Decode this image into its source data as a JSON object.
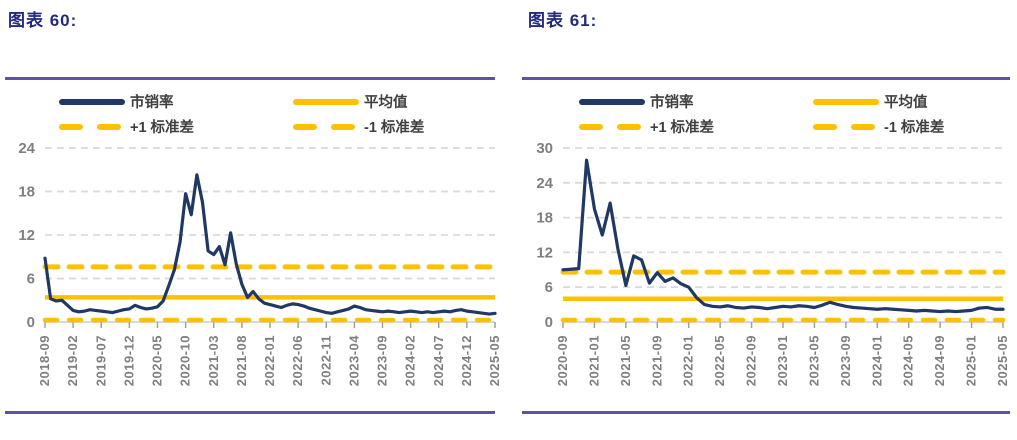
{
  "styles": {
    "series_navy": "#1f3864",
    "accent_yellow": "#ffc000",
    "grid_gray": "#d9d9d9",
    "axis_tick_gray": "#a0a0a0",
    "axis_label_gray": "#7f7f7f",
    "legend_text_gray": "#3f3f3f",
    "title_navy": "#232a7e",
    "separator_purple": "#5b53a6"
  },
  "chart_data": [
    {
      "type": "line",
      "title": "图表 60:",
      "legend_position": "top",
      "grid": "dashed-horizontal",
      "ylim": [
        0,
        24
      ],
      "yticks": [
        0,
        6,
        12,
        18,
        24
      ],
      "x_tick_labels": [
        "2018-09",
        "2019-02",
        "2019-07",
        "2019-12",
        "2020-05",
        "2020-10",
        "2021-03",
        "2021-08",
        "2022-01",
        "2022-06",
        "2022-11",
        "2023-04",
        "2023-09",
        "2024-02",
        "2024-07",
        "2024-12",
        "2025-05"
      ],
      "x_frequency": "monthly",
      "months_per_tick": 5,
      "series": [
        {
          "name": "市销率",
          "values": [
            8.8,
            3.2,
            2.9,
            3.0,
            2.3,
            1.6,
            1.4,
            1.5,
            1.7,
            1.6,
            1.5,
            1.4,
            1.3,
            1.5,
            1.7,
            1.8,
            2.3,
            2.0,
            1.8,
            1.9,
            2.1,
            2.9,
            5.0,
            7.2,
            11.0,
            17.7,
            14.8,
            20.3,
            16.5,
            9.8,
            9.3,
            10.4,
            7.9,
            12.3,
            8.0,
            5.2,
            3.4,
            4.2,
            3.2,
            2.6,
            2.4,
            2.2,
            2.0,
            2.3,
            2.5,
            2.4,
            2.2,
            1.9,
            1.7,
            1.5,
            1.3,
            1.2,
            1.4,
            1.6,
            1.8,
            2.2,
            2.0,
            1.7,
            1.6,
            1.5,
            1.4,
            1.5,
            1.4,
            1.3,
            1.4,
            1.5,
            1.4,
            1.3,
            1.4,
            1.3,
            1.4,
            1.5,
            1.4,
            1.6,
            1.7,
            1.5,
            1.4,
            1.3,
            1.2,
            1.1,
            1.2
          ]
        }
      ],
      "reference_lines": {
        "average": {
          "label": "平均值",
          "value": 3.4
        },
        "plus1std": {
          "label": "+1 标准差",
          "value": 7.6
        },
        "minus1std": {
          "label": "-1 标准差",
          "value": -0.8
        }
      }
    },
    {
      "type": "line",
      "title": "图表 61:",
      "legend_position": "top",
      "grid": "dashed-horizontal",
      "ylim": [
        0,
        30
      ],
      "yticks": [
        0,
        6,
        12,
        18,
        24,
        30
      ],
      "x_tick_labels": [
        "2020-09",
        "2021-01",
        "2021-05",
        "2021-09",
        "2022-01",
        "2022-05",
        "2022-09",
        "2023-01",
        "2023-05",
        "2023-09",
        "2024-01",
        "2024-05",
        "2024-09",
        "2025-01",
        "2025-05"
      ],
      "x_frequency": "monthly",
      "months_per_tick": 4,
      "series": [
        {
          "name": "市销率",
          "values": [
            9.0,
            9.1,
            9.2,
            27.9,
            19.5,
            15.0,
            20.5,
            12.5,
            6.3,
            11.4,
            10.7,
            6.7,
            8.5,
            7.0,
            7.6,
            6.6,
            6.0,
            4.2,
            3.0,
            2.7,
            2.6,
            2.8,
            2.5,
            2.4,
            2.6,
            2.5,
            2.3,
            2.5,
            2.7,
            2.6,
            2.8,
            2.7,
            2.5,
            2.9,
            3.4,
            3.0,
            2.7,
            2.5,
            2.4,
            2.3,
            2.2,
            2.3,
            2.2,
            2.1,
            2.0,
            1.9,
            2.0,
            1.9,
            1.8,
            1.9,
            1.8,
            1.9,
            2.0,
            2.4,
            2.5,
            2.2,
            2.2
          ]
        }
      ],
      "reference_lines": {
        "average": {
          "label": "平均值",
          "value": 4.0
        },
        "plus1std": {
          "label": "+1 标准差",
          "value": 8.6
        },
        "minus1std": {
          "label": "-1 标准差",
          "value": -0.6
        }
      }
    }
  ]
}
